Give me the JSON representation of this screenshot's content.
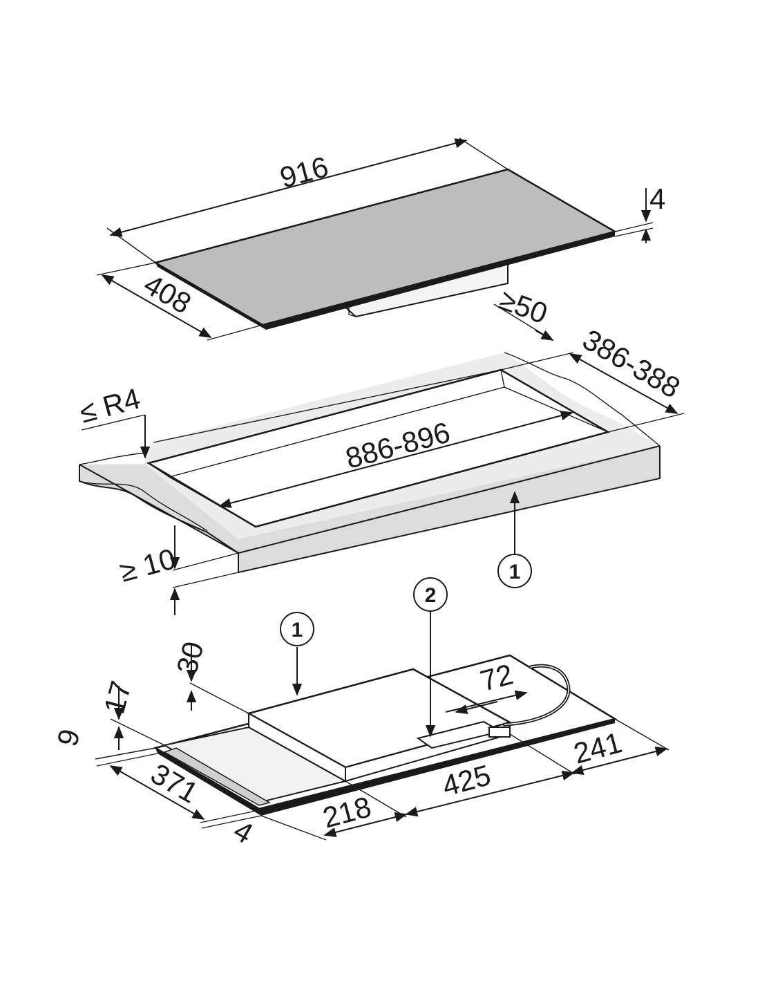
{
  "figure": {
    "cooktop": {
      "width": "916",
      "depth": "408",
      "thickness": "4",
      "clearance_rear": "≥50"
    },
    "cutout": {
      "depth": "386-388",
      "width": "886-896",
      "corner_radius": "≤ R4",
      "worktop_min": "≥ 10"
    },
    "underside": {
      "h30": "30",
      "h17": "17",
      "h9": "9",
      "d371": "371",
      "d4": "4",
      "w218": "218",
      "w425": "425",
      "w241": "241",
      "w72": "72"
    },
    "callouts": {
      "one": "1",
      "two": "2"
    }
  },
  "colors": {
    "ink": "#1a1a1a",
    "glass": "#bdbdbd",
    "worktop": "#ececec",
    "worktop_edge": "#dcdcdc",
    "panel": "#f2f2f2"
  }
}
